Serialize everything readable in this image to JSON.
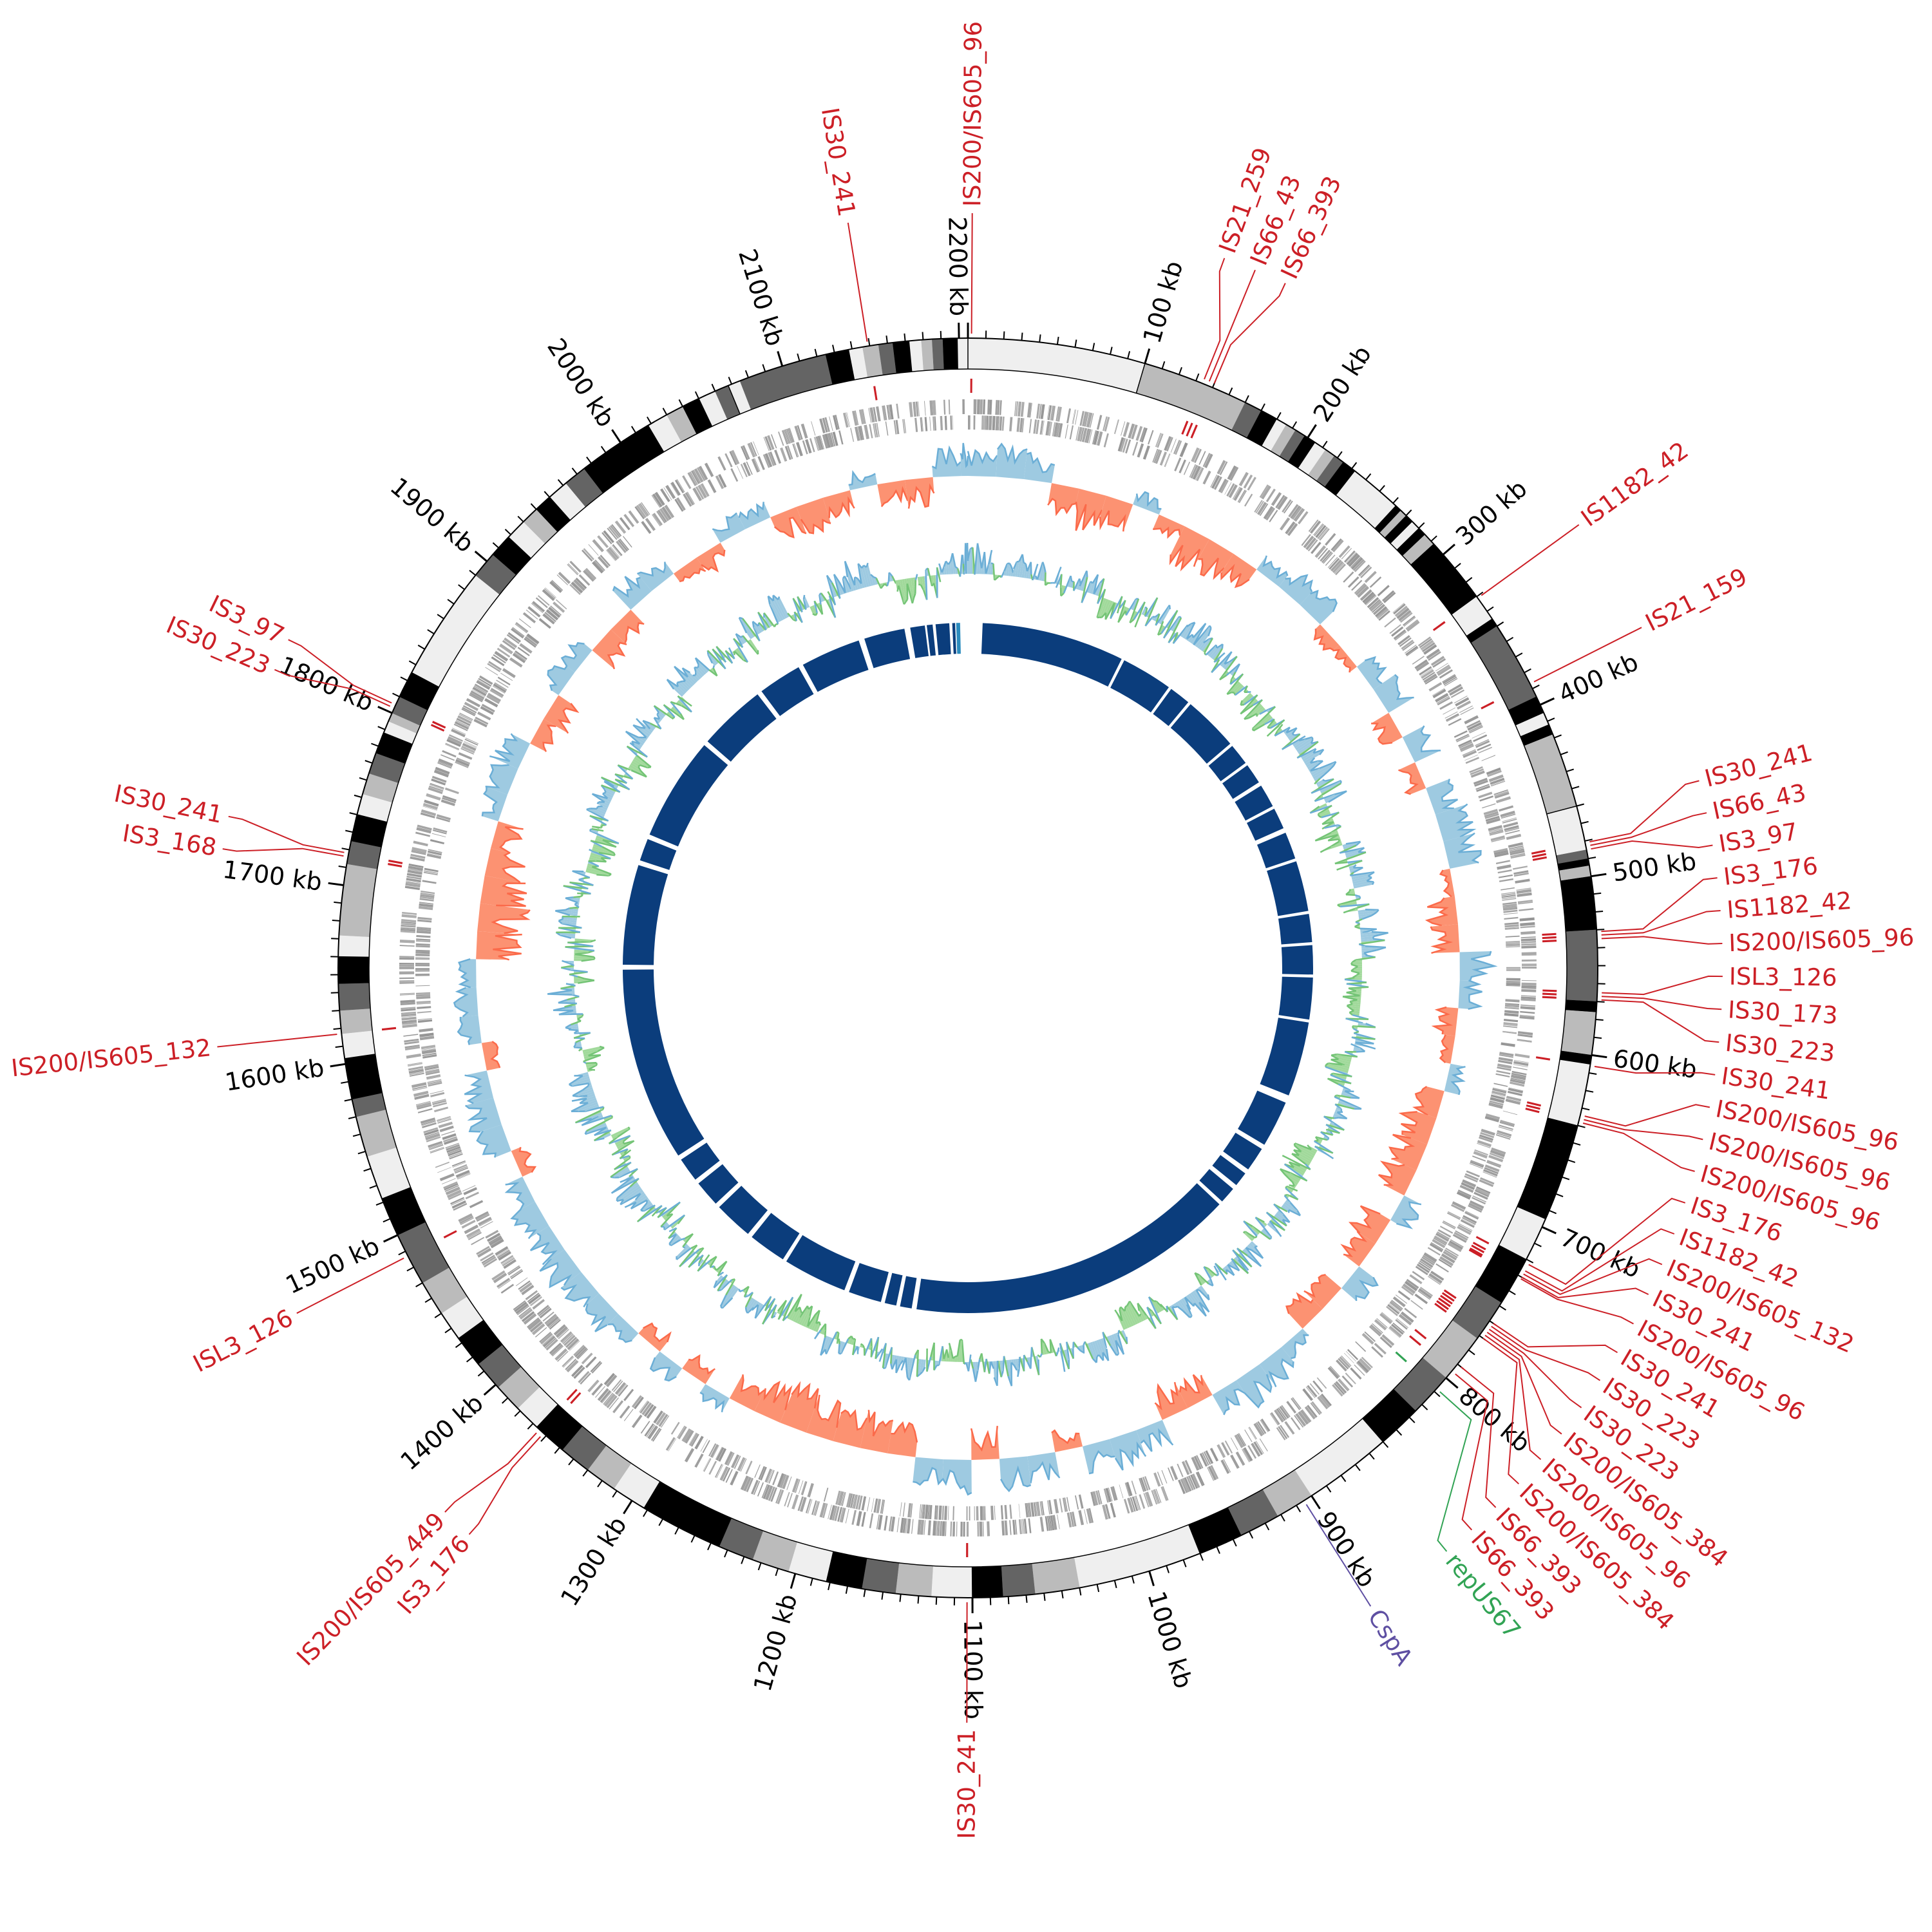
{
  "chart_data": {
    "type": "circular-genome",
    "genome_length_kb": 2205,
    "tick_minor_kb": 10,
    "tick_major_kb": 100,
    "tick_labels": [
      {
        "kb": 100,
        "text": "100 kb"
      },
      {
        "kb": 200,
        "text": "200 kb"
      },
      {
        "kb": 300,
        "text": "300 kb"
      },
      {
        "kb": 400,
        "text": "400 kb"
      },
      {
        "kb": 500,
        "text": "500 kb"
      },
      {
        "kb": 600,
        "text": "600 kb"
      },
      {
        "kb": 700,
        "text": "700 kb"
      },
      {
        "kb": 800,
        "text": "800 kb"
      },
      {
        "kb": 900,
        "text": "900 kb"
      },
      {
        "kb": 1000,
        "text": "1000 kb"
      },
      {
        "kb": 1100,
        "text": "1100 kb"
      },
      {
        "kb": 1200,
        "text": "1200 kb"
      },
      {
        "kb": 1300,
        "text": "1300 kb"
      },
      {
        "kb": 1400,
        "text": "1400 kb"
      },
      {
        "kb": 1500,
        "text": "1500 kb"
      },
      {
        "kb": 1600,
        "text": "1600 kb"
      },
      {
        "kb": 1700,
        "text": "1700 kb"
      },
      {
        "kb": 1800,
        "text": "1800 kb"
      },
      {
        "kb": 1900,
        "text": "1900 kb"
      },
      {
        "kb": 2000,
        "text": "2000 kb"
      },
      {
        "kb": 2100,
        "text": "2100 kb"
      },
      {
        "kb": 2200,
        "text": "2200 kb"
      }
    ],
    "band_shades": {
      "L": "#efefef",
      "g": "#bbbbbb",
      "d": "#646464",
      "k": "#000000"
    },
    "bands": [
      [
        0,
        100,
        "L"
      ],
      [
        100,
        160,
        "g"
      ],
      [
        160,
        170,
        "d"
      ],
      [
        170,
        180,
        "k"
      ],
      [
        180,
        186,
        "L"
      ],
      [
        186,
        192,
        "g"
      ],
      [
        192,
        198,
        "d"
      ],
      [
        198,
        205,
        "k"
      ],
      [
        205,
        212,
        "L"
      ],
      [
        212,
        218,
        "g"
      ],
      [
        218,
        224,
        "d"
      ],
      [
        224,
        232,
        "k"
      ],
      [
        232,
        262,
        "L"
      ],
      [
        262,
        266,
        "k"
      ],
      [
        266,
        270,
        "g"
      ],
      [
        270,
        275,
        "k"
      ],
      [
        275,
        280,
        "L"
      ],
      [
        280,
        285,
        "k"
      ],
      [
        285,
        292,
        "g"
      ],
      [
        292,
        330,
        "k"
      ],
      [
        330,
        345,
        "L"
      ],
      [
        345,
        350,
        "k"
      ],
      [
        350,
        395,
        "d"
      ],
      [
        395,
        405,
        "k"
      ],
      [
        405,
        412,
        "L"
      ],
      [
        412,
        418,
        "k"
      ],
      [
        418,
        460,
        "g"
      ],
      [
        460,
        485,
        "L"
      ],
      [
        485,
        490,
        "d"
      ],
      [
        490,
        494,
        "k"
      ],
      [
        494,
        500,
        "g"
      ],
      [
        500,
        530,
        "k"
      ],
      [
        530,
        536,
        "d"
      ],
      [
        536,
        570,
        "d"
      ],
      [
        570,
        576,
        "k"
      ],
      [
        576,
        600,
        "g"
      ],
      [
        600,
        605,
        "k"
      ],
      [
        605,
        640,
        "L"
      ],
      [
        640,
        695,
        "k"
      ],
      [
        695,
        720,
        "L"
      ],
      [
        720,
        748,
        "k"
      ],
      [
        748,
        772,
        "d"
      ],
      [
        772,
        800,
        "g"
      ],
      [
        800,
        825,
        "d"
      ],
      [
        825,
        850,
        "k"
      ],
      [
        850,
        900,
        "L"
      ],
      [
        900,
        922,
        "g"
      ],
      [
        922,
        945,
        "d"
      ],
      [
        945,
        970,
        "k"
      ],
      [
        970,
        1040,
        "L"
      ],
      [
        1040,
        1065,
        "g"
      ],
      [
        1065,
        1083,
        "d"
      ],
      [
        1083,
        1100,
        "k"
      ],
      [
        1100,
        1123,
        "L"
      ],
      [
        1123,
        1143,
        "g"
      ],
      [
        1143,
        1162,
        "d"
      ],
      [
        1162,
        1182,
        "k"
      ],
      [
        1182,
        1204,
        "L"
      ],
      [
        1204,
        1225,
        "g"
      ],
      [
        1225,
        1245,
        "d"
      ],
      [
        1245,
        1292,
        "k"
      ],
      [
        1292,
        1312,
        "L"
      ],
      [
        1312,
        1330,
        "g"
      ],
      [
        1330,
        1348,
        "d"
      ],
      [
        1348,
        1367,
        "k"
      ],
      [
        1367,
        1382,
        "L"
      ],
      [
        1382,
        1398,
        "g"
      ],
      [
        1398,
        1415,
        "d"
      ],
      [
        1415,
        1433,
        "k"
      ],
      [
        1433,
        1450,
        "L"
      ],
      [
        1450,
        1470,
        "g"
      ],
      [
        1470,
        1500,
        "d"
      ],
      [
        1500,
        1522,
        "k"
      ],
      [
        1522,
        1547,
        "L"
      ],
      [
        1547,
        1570,
        "g"
      ],
      [
        1570,
        1580,
        "d"
      ],
      [
        1580,
        1603,
        "k"
      ],
      [
        1603,
        1617,
        "L"
      ],
      [
        1617,
        1630,
        "g"
      ],
      [
        1630,
        1645,
        "d"
      ],
      [
        1645,
        1660,
        "k"
      ],
      [
        1660,
        1672,
        "L"
      ],
      [
        1672,
        1712,
        "g"
      ],
      [
        1712,
        1725,
        "d"
      ],
      [
        1725,
        1740,
        "k"
      ],
      [
        1740,
        1752,
        "L"
      ],
      [
        1752,
        1764,
        "g"
      ],
      [
        1764,
        1776,
        "d"
      ],
      [
        1776,
        1788,
        "k"
      ],
      [
        1788,
        1795,
        "L"
      ],
      [
        1795,
        1800,
        "g"
      ],
      [
        1800,
        1810,
        "d"
      ],
      [
        1810,
        1825,
        "k"
      ],
      [
        1825,
        1890,
        "L"
      ],
      [
        1890,
        1905,
        "d"
      ],
      [
        1905,
        1918,
        "k"
      ],
      [
        1918,
        1930,
        "L"
      ],
      [
        1930,
        1940,
        "g"
      ],
      [
        1940,
        1950,
        "k"
      ],
      [
        1950,
        1962,
        "L"
      ],
      [
        1962,
        1975,
        "d"
      ],
      [
        1975,
        2018,
        "k"
      ],
      [
        2018,
        2030,
        "L"
      ],
      [
        2030,
        2040,
        "g"
      ],
      [
        2040,
        2050,
        "k"
      ],
      [
        2050,
        2060,
        "L"
      ],
      [
        2060,
        2068,
        "d"
      ],
      [
        2068,
        2075,
        "L"
      ],
      [
        2075,
        2125,
        "d"
      ],
      [
        2125,
        2138,
        "k"
      ],
      [
        2138,
        2146,
        "L"
      ],
      [
        2146,
        2155,
        "g"
      ],
      [
        2155,
        2163,
        "d"
      ],
      [
        2163,
        2172,
        "k"
      ],
      [
        2172,
        2179,
        "L"
      ],
      [
        2179,
        2185,
        "g"
      ],
      [
        2185,
        2191,
        "d"
      ],
      [
        2191,
        2199,
        "k"
      ],
      [
        2199,
        2205,
        "L"
      ]
    ],
    "features": [
      {
        "name": "IS200/IS605_96",
        "kb": 2,
        "type": "IS"
      },
      {
        "name": "IS21_259",
        "kb": 134,
        "type": "IS"
      },
      {
        "name": "IS66_43",
        "kb": 137,
        "type": "IS"
      },
      {
        "name": "IS66_393",
        "kb": 140,
        "type": "IS"
      },
      {
        "name": "IS1182_42",
        "kb": 331,
        "type": "IS"
      },
      {
        "name": "IS21_159",
        "kb": 387,
        "type": "IS"
      },
      {
        "name": "IS30_241",
        "kb": 481,
        "type": "IS"
      },
      {
        "name": "IS66_43",
        "kb": 483,
        "type": "IS"
      },
      {
        "name": "IS3_97",
        "kb": 485,
        "type": "IS"
      },
      {
        "name": "IS3_176",
        "kb": 531,
        "type": "IS"
      },
      {
        "name": "IS1182_42",
        "kb": 533,
        "type": "IS"
      },
      {
        "name": "IS200/IS605_96",
        "kb": 535,
        "type": "IS"
      },
      {
        "name": "ISL3_126",
        "kb": 565,
        "type": "IS"
      },
      {
        "name": "IS30_173",
        "kb": 567,
        "type": "IS"
      },
      {
        "name": "IS30_223",
        "kb": 569,
        "type": "IS"
      },
      {
        "name": "IS30_241",
        "kb": 606,
        "type": "IS"
      },
      {
        "name": "IS200/IS605_96",
        "kb": 634,
        "type": "IS"
      },
      {
        "name": "IS200/IS605_96",
        "kb": 636,
        "type": "IS"
      },
      {
        "name": "IS200/IS605_96",
        "kb": 638,
        "type": "IS"
      },
      {
        "name": "IS3_176",
        "kb": 722,
        "type": "IS"
      },
      {
        "name": "IS1182_42",
        "kb": 726,
        "type": "IS"
      },
      {
        "name": "IS200/IS605_132",
        "kb": 728,
        "type": "IS"
      },
      {
        "name": "IS30_241",
        "kb": 730,
        "type": "IS"
      },
      {
        "name": "IS200/IS605_96",
        "kb": 731,
        "type": "IS"
      },
      {
        "name": "IS30_241",
        "kb": 760,
        "type": "IS"
      },
      {
        "name": "IS30_223",
        "kb": 762,
        "type": "IS"
      },
      {
        "name": "IS30_223",
        "kb": 764,
        "type": "IS"
      },
      {
        "name": "IS200/IS605_384",
        "kb": 766,
        "type": "IS"
      },
      {
        "name": "IS200/IS605_96",
        "kb": 768,
        "type": "IS"
      },
      {
        "name": "IS200/IS605_384",
        "kb": 770,
        "type": "IS"
      },
      {
        "name": "IS66_393",
        "kb": 790,
        "type": "IS"
      },
      {
        "name": "IS66_393",
        "kb": 795,
        "type": "IS"
      },
      {
        "name": "repUS67",
        "kb": 808,
        "type": "rep"
      },
      {
        "name": "CspA",
        "kb": 905,
        "type": "gene"
      },
      {
        "name": "IS30_241",
        "kb": 1103,
        "type": "IS"
      },
      {
        "name": "IS3_176",
        "kb": 1362,
        "type": "IS"
      },
      {
        "name": "IS200/IS605_449",
        "kb": 1365,
        "type": "IS"
      },
      {
        "name": "ISL3_126",
        "kb": 1487,
        "type": "IS"
      },
      {
        "name": "IS200/IS605_132",
        "kb": 1617,
        "type": "IS"
      },
      {
        "name": "IS3_168",
        "kb": 1716,
        "type": "IS"
      },
      {
        "name": "IS30_241",
        "kb": 1718,
        "type": "IS"
      },
      {
        "name": "IS30_223",
        "kb": 1803,
        "type": "IS"
      },
      {
        "name": "IS3_97",
        "kb": 1805,
        "type": "IS"
      },
      {
        "name": "IS30_241",
        "kb": 2149,
        "type": "IS"
      }
    ],
    "genes": {
      "strands": [
        "+",
        "-"
      ],
      "mean_gene_length_kb": 1.0
    },
    "gc_skew": {
      "bin_kb": 20,
      "values": [
        0.5,
        0.6,
        0.5,
        -0.6,
        -0.8,
        -0.6,
        0.3,
        -0.3,
        -0.7,
        -0.6,
        -0.5,
        0.3,
        0.5,
        0.5,
        -0.3,
        -0.2,
        0.4,
        0.6,
        -0.4,
        0.5,
        -0.4,
        0.5,
        0.6,
        0.6,
        -0.2,
        -0.6,
        -0.5,
        0.6,
        0.4,
        -0.4,
        -0.3,
        0.3,
        -0.5,
        -0.7,
        -0.7,
        -0.6,
        0.4,
        -0.6,
        -0.5,
        0.5,
        -0.5,
        -0.6,
        0.3,
        0.5,
        0.6,
        0.4,
        -0.5,
        -0.6,
        0.5,
        0.6,
        0.5,
        -0.4,
        0.5,
        0.6,
        -0.6,
        0.6,
        0.5,
        -0.7,
        -0.7,
        -0.6,
        -0.7,
        -0.8,
        -0.7,
        -0.5,
        0.3,
        -0.5,
        0.4,
        -0.4,
        0.3,
        0.5,
        0.5,
        0.6,
        0.5,
        0.5,
        0.4,
        -0.3,
        0.5,
        0.6,
        0.5,
        -0.3,
        0.4,
        0.6,
        0.3,
        -0.8,
        -0.9,
        -0.8,
        -0.7,
        -0.5,
        0.4,
        0.5,
        0.6,
        -0.4,
        -0.5,
        0.4,
        0.5,
        -0.5,
        -0.4,
        0.5,
        0.4,
        -0.3,
        -0.4,
        0.4,
        0.3,
        -0.5,
        -0.6,
        -0.4,
        0.3,
        -0.4,
        -0.5,
        0.5,
        0.6
      ]
    },
    "gc_content": {
      "bin_kb": 20,
      "values": [
        0.4,
        0.3,
        0.2,
        0.1,
        -0.1,
        0.1,
        -0.2,
        -0.1,
        0.2,
        0.1,
        0.3,
        0.2,
        0.1,
        -0.1,
        -0.3,
        -0.2,
        0.1,
        0.2,
        0.3,
        0.2,
        -0.2,
        -0.3,
        0.1,
        0.2,
        -0.1,
        0.2,
        0.3,
        0.1,
        -0.2,
        -0.1,
        0.2,
        -0.1,
        -0.2,
        0.3,
        0.2,
        0.1,
        -0.3,
        -0.2,
        0.1,
        0.2,
        -0.1,
        0.2,
        0.1,
        -0.2,
        0.3,
        0.2,
        -0.1,
        -0.2,
        0.2,
        0.3,
        0.2,
        -0.1,
        0.1,
        0.3,
        0.2,
        -0.2,
        -0.1,
        0.2,
        0.1,
        -0.1,
        0.2,
        0.1,
        -0.2,
        -0.3,
        0.1,
        0.2,
        0.3,
        -0.1,
        0.2,
        0.1,
        -0.2,
        0.2,
        0.3,
        0.1,
        -0.1,
        0.2,
        0.3,
        0.2,
        -0.2,
        0.1,
        0.2,
        0.3,
        -0.1,
        -0.2,
        0.1,
        0.2,
        0.1,
        -0.3,
        -0.2,
        0.2,
        0.3,
        0.1,
        -0.1,
        0.2,
        0.1,
        -0.2,
        0.3,
        0.2,
        0.1,
        -0.1,
        0.2,
        0.3,
        0.1,
        -0.2,
        0.2,
        0.4,
        0.3,
        -0.3,
        -0.2,
        0.3,
        0.4
      ]
    },
    "contig_blocks": [
      [
        15,
        162
      ],
      [
        165,
        218
      ],
      [
        221,
        243
      ],
      [
        246,
        303
      ],
      [
        306,
        328
      ],
      [
        331,
        352
      ],
      [
        356,
        380
      ],
      [
        383,
        405
      ],
      [
        410,
        438
      ],
      [
        441,
        493
      ],
      [
        496,
        525
      ],
      [
        528,
        558
      ],
      [
        561,
        604
      ],
      [
        607,
        684
      ],
      [
        692,
        740
      ],
      [
        745,
        770
      ],
      [
        775,
        790
      ],
      [
        795,
        812
      ],
      [
        816,
        1155
      ],
      [
        1160,
        1172
      ],
      [
        1176,
        1188
      ],
      [
        1192,
        1226
      ],
      [
        1231,
        1297
      ],
      [
        1301,
        1340
      ],
      [
        1345,
        1385
      ],
      [
        1390,
        1417
      ],
      [
        1422,
        1447
      ],
      [
        1452,
        1652
      ],
      [
        1657,
        1760
      ],
      [
        1765,
        1788
      ],
      [
        1793,
        1900
      ],
      [
        1905,
        1975
      ],
      [
        1980,
        2025
      ],
      [
        2030,
        2092
      ],
      [
        2098,
        2140
      ],
      [
        2146,
        2161
      ],
      [
        2163,
        2169
      ],
      [
        2172,
        2186
      ],
      [
        2189,
        2192
      ]
    ],
    "contig_blocks_alt": [
      [
        2193,
        2197
      ]
    ]
  },
  "colors": {
    "is_element": "#cc1f26",
    "rep": "#31a354",
    "gene_label": "#5e4fa2",
    "gene_bar": "#9d9d9d",
    "skew_pos_fill": "#9ecae1",
    "skew_pos_line": "#6baed6",
    "skew_neg_fill": "#fc9272",
    "skew_neg_line": "#fb6a4a",
    "gc_pos_fill": "#9ecae1",
    "gc_pos_line": "#6baed6",
    "gc_neg_fill": "#a1d99b",
    "gc_neg_line": "#74c476",
    "contig": "#0b3d7c",
    "contig_alt": "#2b8cbe"
  }
}
